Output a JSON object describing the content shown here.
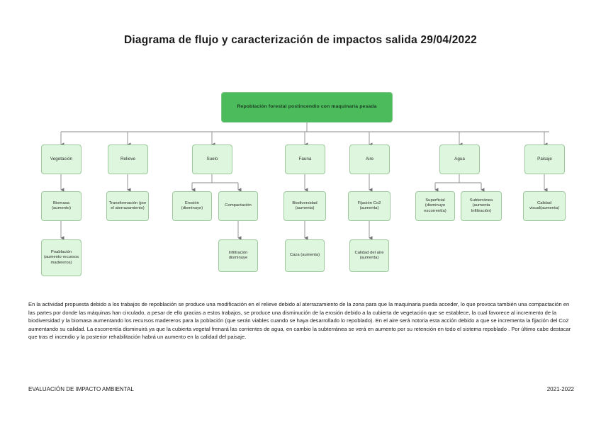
{
  "document": {
    "title": "Diagrama de flujo y caracterización de impactos salida 29/04/2022"
  },
  "diagram": {
    "root": {
      "label": "Repoblación forestal postincendio con maquinaria pesada"
    },
    "categories": [
      {
        "label": "Vegetación"
      },
      {
        "label": "Relieve"
      },
      {
        "label": "Suelo"
      },
      {
        "label": "Fauna"
      },
      {
        "label": "Aire"
      },
      {
        "label": "Agua"
      },
      {
        "label": "Paisaje"
      }
    ],
    "level2": [
      {
        "label": "Biomasa (aumento)"
      },
      {
        "label": "Transformación (por el aterrazamiento)"
      },
      {
        "label": "Erosión (disminuye)"
      },
      {
        "label": "Compactación"
      },
      {
        "label": "Biodiversidad (aumenta)"
      },
      {
        "label": "Fijación Co2 (aumenta)"
      },
      {
        "label": "Superficial (disminuye escorrentía)"
      },
      {
        "label": "Subterránea (aumenta Infiltración)"
      },
      {
        "label": "Calidad visual(aumenta)"
      }
    ],
    "level3": [
      {
        "label": "Poablación (aumento recursos madereros)"
      },
      {
        "label": "Infiltración disminuye"
      },
      {
        "label": "Caza (aumenta)"
      },
      {
        "label": "Calidad del aire (aumenta)"
      }
    ],
    "colors": {
      "root_fill": "#4cbb5c",
      "node_fill": "#ddf6dd",
      "node_border": "#9ec89e",
      "connector": "#8a8a8a"
    }
  },
  "body": {
    "paragraph": "En la actividad propuesta debido a los trabajos de repoblación se produce una modificación en el relieve debido al aterrazamiento de la zona para que la maquinaria pueda acceder, lo que provoca también una compactación en las partes por donde las máquinas han circulado, a pesar de ello gracias a estos trabajos, se produce una disminución de la erosión debido a la cubierta de vegetación que se establece, la cual favorece al incremento de la biodiversidad y la biomasa aumentando los recursos madereros para la población (que serán viables cuando se haya desarrollado lo repoblado). En el aire será notoria esta acción debido a que se incrementa la fijación del Co2 aumentando su calidad. La escorrentía disminuirá ya que la cubierta vegetal frenará las corrientes de agua, en cambio la subterránea se verá en aumento por su retención en todo el sistema repoblado . Por último cabe destacar que tras el incendio y la posterior rehabilitación habrá un aumento en la calidad del paisaje."
  },
  "footer": {
    "left": "EVALUACIÓN DE IMPACTO AMBIENTAL",
    "right": "2021-2022"
  }
}
